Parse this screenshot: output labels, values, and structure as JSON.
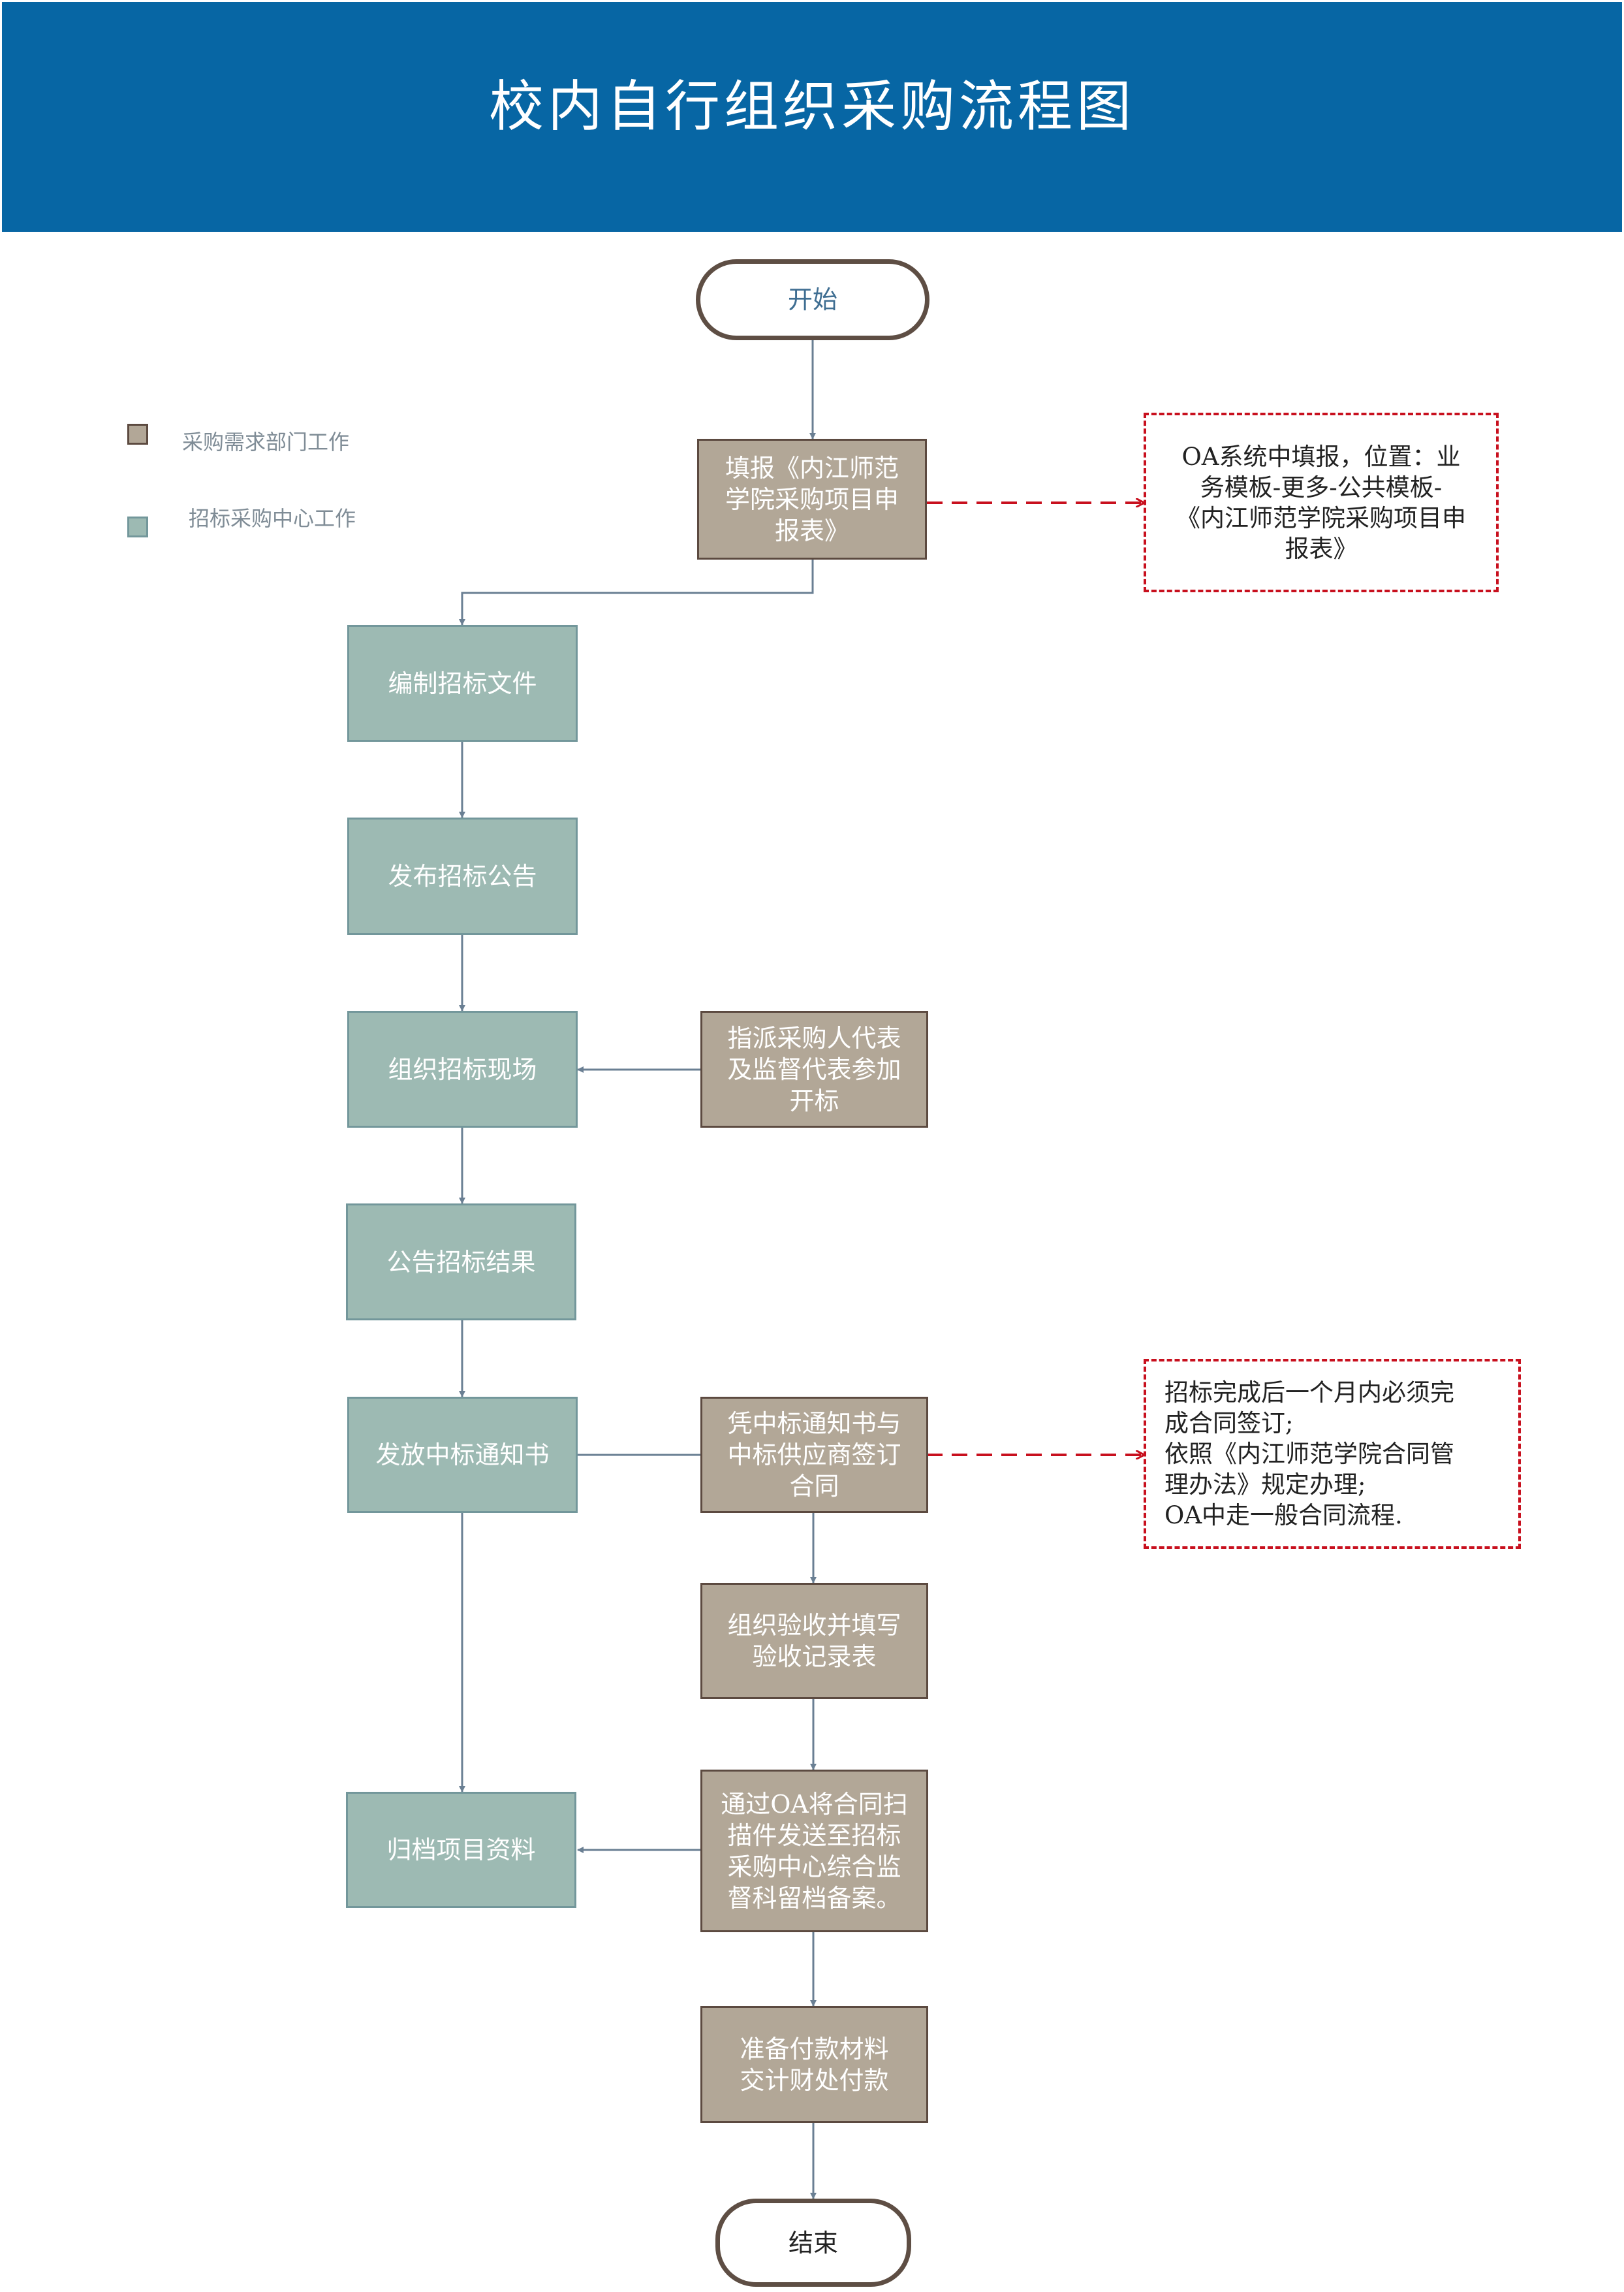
{
  "title": "校内自行组织采购流程图",
  "legend": {
    "dept": {
      "label": "采购需求部门工作",
      "color": "#b2a797"
    },
    "center": {
      "label": "招标采购中心工作",
      "color": "#9dbab3"
    }
  },
  "nodes": {
    "start": "开始",
    "fill_form": "填报《内江师范\n学院采购项目申\n报表》",
    "compile_docs": "编制招标文件",
    "publish_notice": "发布招标公告",
    "organize_site": "组织招标现场",
    "assign_reps": "指派采购人代表\n及监督代表参加\n开标",
    "announce_result": "公告招标结果",
    "issue_notice": "发放中标通知书",
    "sign_contract": "凭中标通知书与\n中标供应商签订\n合同",
    "acceptance": "组织验收并填写\n验收记录表",
    "oa_archive": "通过OA将合同扫\n描件发送至招标\n采购中心综合监\n督科留档备案。",
    "archive_docs": "归档项目资料",
    "payment": "准备付款材料\n交计财处付款",
    "end": "结束"
  },
  "notes": {
    "oa_fill": "OA系统中填报，位置：业\n务模板-更多-公共模板-\n《内江师范学院采购项目申\n报表》",
    "contract": "招标完成后一个月内必须完\n成合同签订;\n依照《内江师范学院合同管\n理办法》规定办理;\nOA中走一般合同流程."
  },
  "colors": {
    "header": "#0766a4",
    "dept_fill": "#b2a797",
    "center_fill": "#9dbab3",
    "connector": "#6a7f93",
    "note_border": "#c8101e"
  }
}
